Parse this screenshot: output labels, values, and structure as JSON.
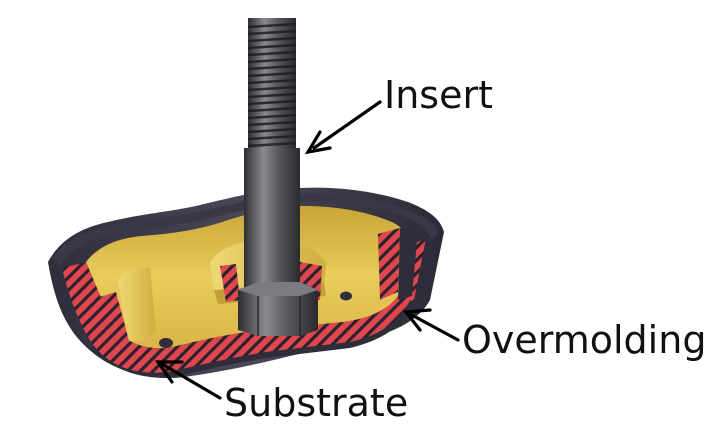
{
  "labels": {
    "insert": "Insert",
    "overmolding": "Overmolding",
    "substrate": "Substrate"
  },
  "icons": {
    "arrow": "arrow-icon"
  },
  "colors": {
    "substrate_red": "#e0474c",
    "hatch_dark": "#2a2230",
    "overmold_dark": "#3c3a4a",
    "interior_yellow": "#e6c54e",
    "insert_metal": "#5a5a5e",
    "label_text": "#111111"
  }
}
